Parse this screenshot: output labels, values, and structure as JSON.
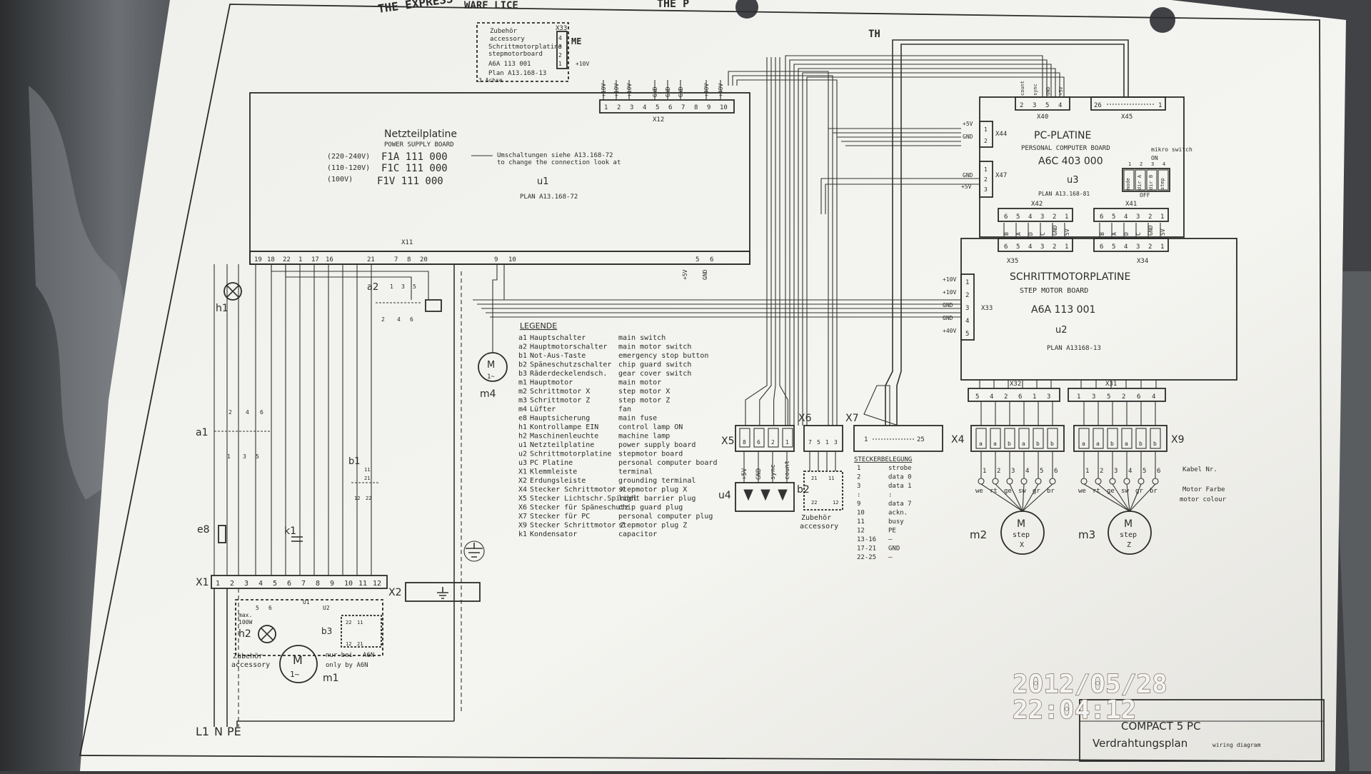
{
  "header_scrap": [
    "THE EXPRESS",
    "WARE LICE",
    "THE P",
    "TH"
  ],
  "accessory_box": [
    "Zubehör",
    "accessory",
    "Schrittmotorplatine",
    "stepmotorboard",
    "A6A 113 001",
    "Plan A13.168-13",
    "3 Achse"
  ],
  "accessory_conn": {
    "name": "X33",
    "pins": [
      "1",
      "2",
      "3",
      "4"
    ],
    "signals": [
      "ME",
      "+10V"
    ]
  },
  "x12": {
    "name": "X12",
    "pins": [
      "1",
      "2",
      "3",
      "4",
      "5",
      "6",
      "7",
      "8",
      "9",
      "10"
    ],
    "signals": [
      "+10V",
      "+10V",
      "+10V",
      "GND",
      "GND",
      "GND",
      "+40V",
      "+40V"
    ]
  },
  "power_board": {
    "title": "Netzteilplatine",
    "subtitle": "POWER SUPPLY BOARD",
    "variants": [
      {
        "voltage": "(220-240V)",
        "code": "F1A 111 000"
      },
      {
        "voltage": "(110-120V)",
        "code": "F1C 111 000"
      },
      {
        "voltage": "(100V)",
        "code": "F1V 111 000"
      }
    ],
    "note_de": "Umschaltungen siehe A13.168-72",
    "note_en": "to change the connection look at",
    "ref": "u1",
    "plan": "PLAN A13.168-72"
  },
  "x11": {
    "name": "X11",
    "pins": [
      "19",
      "18",
      "22",
      "1",
      "17",
      "16",
      "21",
      "7",
      "8",
      "20",
      "9",
      "10",
      "5",
      "6"
    ],
    "signals": [
      "+5V",
      "GND"
    ]
  },
  "pc_board": {
    "title": "PC-PLATINE",
    "subtitle": "PERSONAL COMPUTER BOARD",
    "code": "A6C 403 000",
    "ref": "u3",
    "plan": "PLAN A13.168-81",
    "x40": {
      "name": "X40",
      "pins": [
        "2",
        "3",
        "5",
        "4"
      ],
      "signals": [
        "count",
        "sync",
        "GND",
        "+5V"
      ]
    },
    "x45": {
      "name": "X45",
      "pins": [
        "26",
        "1"
      ]
    },
    "x44": {
      "name": "X44",
      "pins": [
        "1",
        "2"
      ],
      "signals": [
        "+5V",
        "GND"
      ]
    },
    "x47": {
      "name": "X47",
      "pins": [
        "1",
        "2",
        "3"
      ],
      "signals": [
        "GND",
        "+5V"
      ]
    },
    "switch": {
      "title": "mikro switch",
      "state": "ON",
      "pins": [
        "1",
        "2",
        "3",
        "4"
      ],
      "labels": [
        "mode",
        "dir A",
        "dir B",
        "step"
      ],
      "off": "OFF"
    },
    "x42": {
      "name": "X42",
      "pins": [
        "6",
        "5",
        "4",
        "3",
        "2",
        "1"
      ],
      "labels": [
        "B",
        "A",
        "D",
        "C",
        "GND",
        "5V"
      ]
    },
    "x41": {
      "name": "X41",
      "pins": [
        "6",
        "5",
        "4",
        "3",
        "2",
        "1"
      ],
      "labels": [
        "B",
        "A",
        "D",
        "C",
        "GND",
        "5V"
      ]
    }
  },
  "step_board": {
    "title": "SCHRITTMOTORPLATINE",
    "subtitle": "STEP MOTOR BOARD",
    "code": "A6A 113 001",
    "ref": "u2",
    "plan": "PLAN A13168-13",
    "x35": {
      "name": "X35",
      "pins": [
        "6",
        "5",
        "4",
        "3",
        "2",
        "1"
      ]
    },
    "x34": {
      "name": "X34",
      "pins": [
        "6",
        "5",
        "4",
        "3",
        "2",
        "1"
      ]
    },
    "x33": {
      "name": "X33",
      "pins": [
        "1",
        "2",
        "3",
        "4",
        "5"
      ],
      "signals": [
        "+10V",
        "+10V",
        "GND",
        "GND",
        "+40V"
      ]
    },
    "x32": {
      "name": "X32",
      "pins": [
        "5",
        "4",
        "2",
        "6",
        "1",
        "3"
      ]
    },
    "x31": {
      "name": "X31",
      "pins": [
        "1",
        "3",
        "5",
        "2",
        "6",
        "4"
      ]
    }
  },
  "legend": {
    "title": "LEGENDE",
    "items": [
      {
        "ref": "a1",
        "de": "Hauptschalter",
        "en": "main switch"
      },
      {
        "ref": "a2",
        "de": "Hauptmotorschalter",
        "en": "main motor switch"
      },
      {
        "ref": "b1",
        "de": "Not-Aus-Taste",
        "en": "emergency stop button"
      },
      {
        "ref": "b2",
        "de": "Späneschutzschalter",
        "en": "chip guard switch"
      },
      {
        "ref": "b3",
        "de": "Räderdeckelendsch.",
        "en": "gear cover switch"
      },
      {
        "ref": "m1",
        "de": "Hauptmotor",
        "en": "main motor"
      },
      {
        "ref": "m2",
        "de": "Schrittmotor X",
        "en": "step motor X"
      },
      {
        "ref": "m3",
        "de": "Schrittmotor Z",
        "en": "step motor Z"
      },
      {
        "ref": "m4",
        "de": "Lüfter",
        "en": "fan"
      },
      {
        "ref": "e8",
        "de": "Hauptsicherung",
        "en": "main fuse"
      },
      {
        "ref": "h1",
        "de": "Kontrollampe EIN",
        "en": "control lamp ON"
      },
      {
        "ref": "h2",
        "de": "Maschinenleuchte",
        "en": "machine lamp"
      },
      {
        "ref": "u1",
        "de": "Netzteilplatine",
        "en": "power supply board"
      },
      {
        "ref": "u2",
        "de": "Schrittmotorplatine",
        "en": "stepmotor board"
      },
      {
        "ref": "u3",
        "de": "PC Platine",
        "en": "personal computer board"
      },
      {
        "ref": "X1",
        "de": "Klemmleiste",
        "en": "terminal"
      },
      {
        "ref": "X2",
        "de": "Erdungsleiste",
        "en": "grounding terminal"
      },
      {
        "ref": "X4",
        "de": "Stecker Schrittmotor X",
        "en": "stepmotor plug X"
      },
      {
        "ref": "X5",
        "de": "Stecker Lichtschr.Spindel",
        "en": "light barrier plug"
      },
      {
        "ref": "X6",
        "de": "Stecker für Späneschutz",
        "en": "chip guard plug"
      },
      {
        "ref": "X7",
        "de": "Stecker für PC",
        "en": "personal computer plug"
      },
      {
        "ref": "X9",
        "de": "Stecker Schrittmotor Z",
        "en": "stepmotor plug Z"
      },
      {
        "ref": "k1",
        "de": "Kondensator",
        "en": "capacitor"
      }
    ]
  },
  "left_labels": {
    "h1": "h1",
    "a2": "a2",
    "a1": "a1",
    "e8": "e8",
    "k1": "k1",
    "b1": "b1",
    "m4": "m4",
    "motor": "M",
    "phase": "1~"
  },
  "a2_pins_top": [
    "1",
    "3",
    "5"
  ],
  "a2_pins_bot": [
    "2",
    "4",
    "6"
  ],
  "a1_pins_top": [
    "2",
    "4",
    "6"
  ],
  "a1_pins_bot": [
    "1",
    "3",
    "5"
  ],
  "b1_pins": [
    "11",
    "21",
    "12",
    "22"
  ],
  "x1": {
    "name": "X1",
    "pins": [
      "1",
      "2",
      "3",
      "4",
      "5",
      "6",
      "7",
      "8",
      "9",
      "10",
      "11",
      "12"
    ]
  },
  "x2": {
    "name": "X2"
  },
  "bottom_unit": {
    "h2": "h2",
    "max": "max.",
    "watts": "100W",
    "acc_de": "Zubehör",
    "acc_en": "accessory",
    "m1": "m1",
    "b3": "b3",
    "only_de": "nur bei",
    "only_de2": "A6N",
    "only_en": "only by A6N",
    "u2": "U2",
    "pins": [
      "5",
      "6",
      "U1",
      "12",
      "11",
      "21",
      "22"
    ]
  },
  "mains": [
    "L1",
    "N",
    "PE"
  ],
  "x5": {
    "name": "X5",
    "pins": [
      "8",
      "6",
      "2",
      "1"
    ],
    "signals": [
      "+5V",
      "GND",
      "sync",
      "count"
    ],
    "ref": "u4"
  },
  "x6": {
    "name": "X6",
    "pins": [
      "7",
      "5",
      "1",
      "3"
    ],
    "ref": "b2",
    "acc_de": "Zubehör",
    "acc_en": "accessory",
    "sw_pins": [
      "21",
      "22",
      "11",
      "12"
    ]
  },
  "x7": {
    "name": "X7",
    "pin_first": "1",
    "pin_last": "25"
  },
  "stecker": {
    "title": "STECKERBELEGUNG",
    "rows": [
      {
        "pin": "1",
        "sig": "strobe"
      },
      {
        "pin": "2",
        "sig": "data 0"
      },
      {
        "pin": "3",
        "sig": "data 1"
      },
      {
        "pin": ":",
        "sig": ":"
      },
      {
        "pin": "9",
        "sig": "data 7"
      },
      {
        "pin": "10",
        "sig": "ackn."
      },
      {
        "pin": "11",
        "sig": "busy"
      },
      {
        "pin": "12",
        "sig": "PE"
      },
      {
        "pin": "13-16",
        "sig": "—"
      },
      {
        "pin": "17-21",
        "sig": "GND"
      },
      {
        "pin": "22-25",
        "sig": "—"
      }
    ]
  },
  "x4": {
    "name": "X4",
    "letters": [
      "a",
      "a",
      "b",
      "a",
      "b",
      "b"
    ],
    "cable": [
      "1",
      "2",
      "3",
      "4",
      "5",
      "6"
    ],
    "colors": [
      "we",
      "rt",
      "ge",
      "sw",
      "gr",
      "br"
    ]
  },
  "x9": {
    "name": "X9",
    "letters": [
      "a",
      "a",
      "b",
      "a",
      "b",
      "b"
    ],
    "cable": [
      "1",
      "2",
      "3",
      "4",
      "5",
      "6"
    ],
    "colors": [
      "we",
      "rt",
      "ge",
      "sw",
      "gr",
      "br"
    ]
  },
  "cable_label": "Kabel Nr.",
  "color_label_de": "Motor Farbe",
  "color_label_en": "motor colour",
  "m2": {
    "ref": "m2",
    "m": "M",
    "t": "step",
    "axis": "X"
  },
  "m3": {
    "ref": "m3",
    "m": "M",
    "t": "step",
    "axis": "Z"
  },
  "title_block": {
    "model": "COMPACT 5 PC",
    "title_de": "Verdrahtungsplan",
    "title_en": "wiring diagram"
  },
  "stamp": {
    "date": "2012/05/28",
    "time": "22:04:12"
  }
}
